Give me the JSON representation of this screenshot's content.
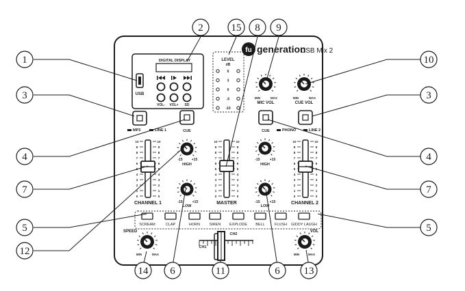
{
  "brand": {
    "logo_mark": "fu",
    "logo_text": "generation",
    "model": "USB Mix 2"
  },
  "display": {
    "label": "DIGITAL DISPLAY",
    "usb_label": "USB",
    "buttons": [
      {
        "icon": "prev-icon",
        "label": ""
      },
      {
        "icon": "play-pause-icon",
        "label": ""
      },
      {
        "icon": "next-icon",
        "label": ""
      },
      {
        "icon": "",
        "label": "VOL-"
      },
      {
        "icon": "",
        "label": "VOL+"
      },
      {
        "icon": "",
        "label": "SD"
      }
    ]
  },
  "level_meter": {
    "title": "LEVEL",
    "unit": "dB",
    "scale": [
      "6",
      "3",
      "0",
      "-5",
      "-10"
    ]
  },
  "channel1": {
    "source_left": "MP3",
    "source_right": "LINE 1",
    "cue_label": "CUE",
    "high_label": "HIGH",
    "low_label": "LOW",
    "knob_min": "-15",
    "knob_max": "+15",
    "fader_label": "CHANNEL 1"
  },
  "channel2": {
    "source_left": "PHONO",
    "source_right": "LINE 2",
    "cue_label": "CUE",
    "high_label": "HIGH",
    "low_label": "LOW",
    "knob_min": "-15",
    "knob_max": "+15",
    "fader_label": "CHANNEL 2"
  },
  "master": {
    "label": "MASTER"
  },
  "fader_scale": [
    "10",
    "9",
    "8",
    "7",
    "6",
    "5",
    "4",
    "3",
    "2",
    "1",
    "0"
  ],
  "mic_vol": {
    "label": "MIC VOL",
    "min": "MIN",
    "max": "MAX"
  },
  "cue_vol": {
    "label": "CUE VOL",
    "min": "MIN",
    "max": "MAX"
  },
  "effects": [
    "SCREAM",
    "CLAP",
    "HORN",
    "SIREN",
    "EXPLODE",
    "BELL",
    "FLUSH",
    "GIDDY LAUGH"
  ],
  "speed": {
    "label": "SPEED",
    "min": "MIN",
    "max": "MAX"
  },
  "vol": {
    "label": "VOL",
    "min": "MIN",
    "max": "MAX"
  },
  "crossfader": {
    "left": "CH1",
    "right": "CH2"
  },
  "callouts": [
    "1",
    "2",
    "3",
    "3",
    "4",
    "4",
    "5",
    "5",
    "6",
    "6",
    "7",
    "7",
    "8",
    "9",
    "10",
    "11",
    "12",
    "13",
    "14",
    "15"
  ]
}
